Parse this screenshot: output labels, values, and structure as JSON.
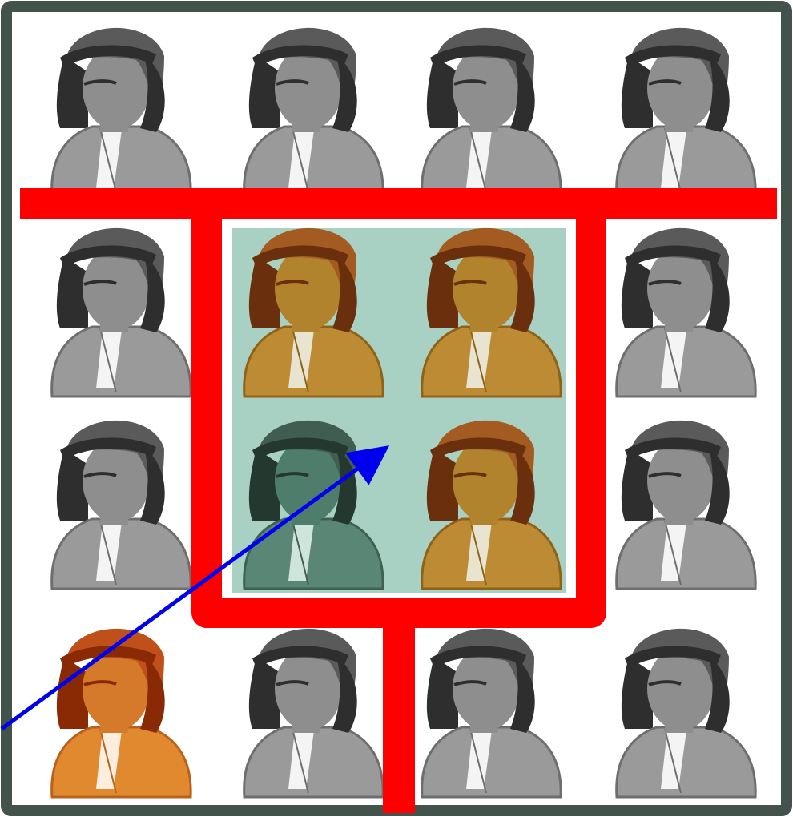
{
  "colors": {
    "frame": "#43524a",
    "background": "#ffffff",
    "divider_line": "#ff0000",
    "highlight_fill": "#a9d1c3",
    "arrow": "#0000ee",
    "gray_person": "#8e8e8e",
    "gold_person": "#b0832c",
    "green_person": "#4f7d6c",
    "orange_person": "#d57a2a"
  },
  "icons": {
    "person": "person-bust-icon"
  },
  "grid": {
    "rows": 4,
    "cols": 4,
    "people": [
      [
        "gray",
        "gray",
        "gray",
        "gray"
      ],
      [
        "gray",
        "gold",
        "gold",
        "gray"
      ],
      [
        "gray",
        "green",
        "gold",
        "gray"
      ],
      [
        "orange",
        "gray",
        "gray",
        "gray"
      ]
    ]
  },
  "highlight": {
    "rows": [
      1,
      2
    ],
    "cols": [
      1,
      2
    ]
  },
  "arrow": {
    "from_cell": [
      3,
      0
    ],
    "to": "highlighted-group-center"
  }
}
